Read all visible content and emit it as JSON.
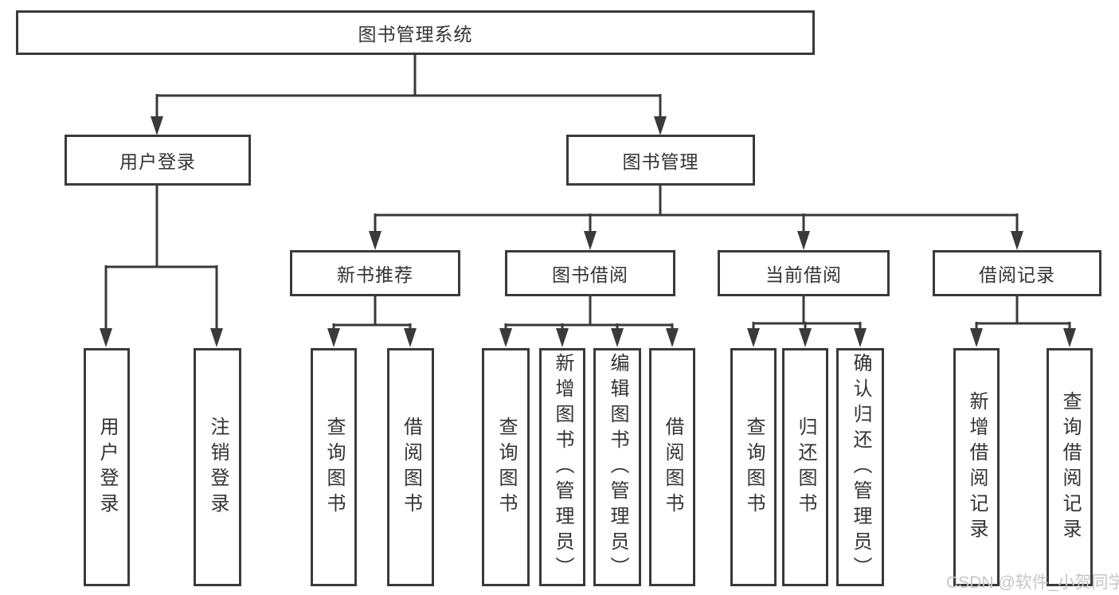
{
  "tree": {
    "label": "图书管理系统",
    "children": [
      {
        "label": "用户登录",
        "children": [
          {
            "label": "用户登录"
          },
          {
            "label": "注销登录"
          }
        ]
      },
      {
        "label": "图书管理",
        "children": [
          {
            "label": "新书推荐",
            "children": [
              {
                "label": "查询图书"
              },
              {
                "label": "借阅图书"
              }
            ]
          },
          {
            "label": "图书借阅",
            "children": [
              {
                "label": "查询图书"
              },
              {
                "label": "新增图书（管理员）"
              },
              {
                "label": "编辑图书（管理员）"
              },
              {
                "label": "借阅图书"
              }
            ]
          },
          {
            "label": "当前借阅",
            "children": [
              {
                "label": "查询图书"
              },
              {
                "label": "归还图书"
              },
              {
                "label": "确认归还（管理员）"
              }
            ]
          },
          {
            "label": "借阅记录",
            "children": [
              {
                "label": "新增借阅记录"
              },
              {
                "label": "查询借阅记录"
              }
            ]
          }
        ]
      }
    ]
  },
  "watermark": "CSDN @软件_小贺同学",
  "colors": {
    "line": "#3a3a3a",
    "text": "#333333",
    "background": "#ffffff",
    "watermark": "#c6c6c6"
  }
}
